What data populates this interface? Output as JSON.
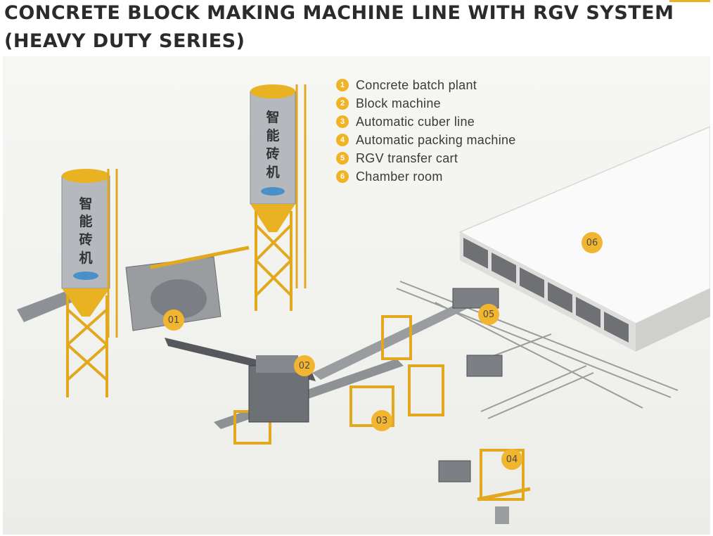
{
  "title": {
    "line1": "CONCRETE BLOCK MAKING MACHINE LINE WITH RGV SYSTEM",
    "line2": "(HEAVY DUTY SERIES)"
  },
  "legend": [
    {
      "num": "1",
      "label": "Concrete batch plant"
    },
    {
      "num": "2",
      "label": "Block machine"
    },
    {
      "num": "3",
      "label": "Automatic cuber line"
    },
    {
      "num": "4",
      "label": "Automatic packing machine"
    },
    {
      "num": "5",
      "label": "RGV transfer cart"
    },
    {
      "num": "6",
      "label": "Chamber room"
    }
  ],
  "callouts": {
    "c01": "01",
    "c02": "02",
    "c03": "03",
    "c04": "04",
    "c05": "05",
    "c06": "06"
  },
  "silo_chars": [
    "智",
    "能",
    "砖",
    "机"
  ],
  "colors": {
    "accent": "#f0b326",
    "frame": "#e2a91f",
    "silo_body": "#b5b8bd",
    "machine_gray": "#7b7f84"
  }
}
